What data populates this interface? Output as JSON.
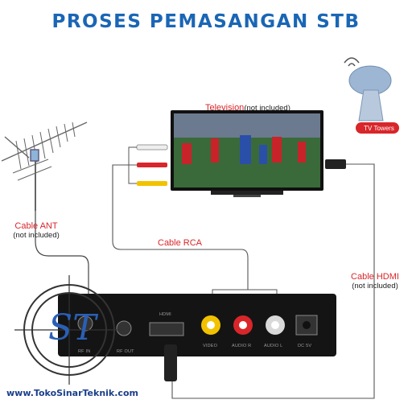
{
  "title": "PROSES PEMASANGAN STB",
  "tv": {
    "label": "Television",
    "note": "(not included)"
  },
  "tower": {
    "label": "TV Towers"
  },
  "cable_ant": {
    "label": "Cable ANT",
    "note": "(not included)"
  },
  "cable_rca": {
    "label": "Cable RCA"
  },
  "cable_hdmi": {
    "label": "Cable HDMI",
    "note": "(not included)"
  },
  "ports": [
    "RF IN",
    "RF OUT",
    "HDMI",
    "VIDEO",
    "AUDIO R",
    "AUDIO L",
    "DC 5V"
  ],
  "logo": {
    "text": "ST"
  },
  "website": "www.TokoSinarTeknik.com",
  "colors": {
    "title": "#1a66b5",
    "label": "#d8262a",
    "rca_yellow": "#f2c200",
    "rca_red": "#d8262a",
    "rca_white": "#e6e6e6"
  }
}
